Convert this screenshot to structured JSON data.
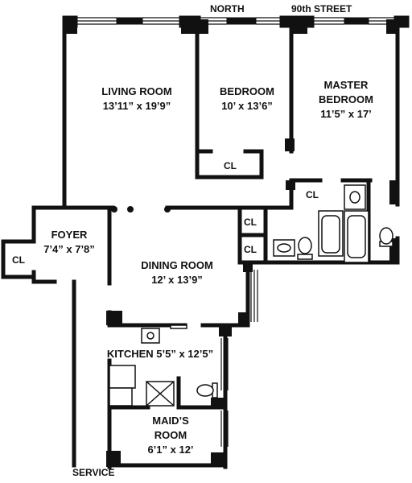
{
  "compass": {
    "north": "NORTH",
    "street": "90th STREET"
  },
  "rooms": {
    "living_room": {
      "name": "LIVING ROOM",
      "dims": "13’11” x 19’9”"
    },
    "bedroom": {
      "name": "BEDROOM",
      "dims": "10’ x 13’6”"
    },
    "master_bedroom": {
      "name_1": "MASTER",
      "name_2": "BEDROOM",
      "dims": "11’5” x 17’"
    },
    "foyer": {
      "name": "FOYER",
      "dims": "7’4” x 7’8”"
    },
    "dining_room": {
      "name": "DINING ROOM",
      "dims": "12’ x 13’9”"
    },
    "kitchen": {
      "label": "KITCHEN 5’5” x 12’5”"
    },
    "maids_room": {
      "name_1": "MAID’S",
      "name_2": "ROOM",
      "dims": "6’1” x 12’"
    }
  },
  "closets": {
    "label": "CL"
  },
  "entrance": {
    "service": "SERVICE"
  }
}
